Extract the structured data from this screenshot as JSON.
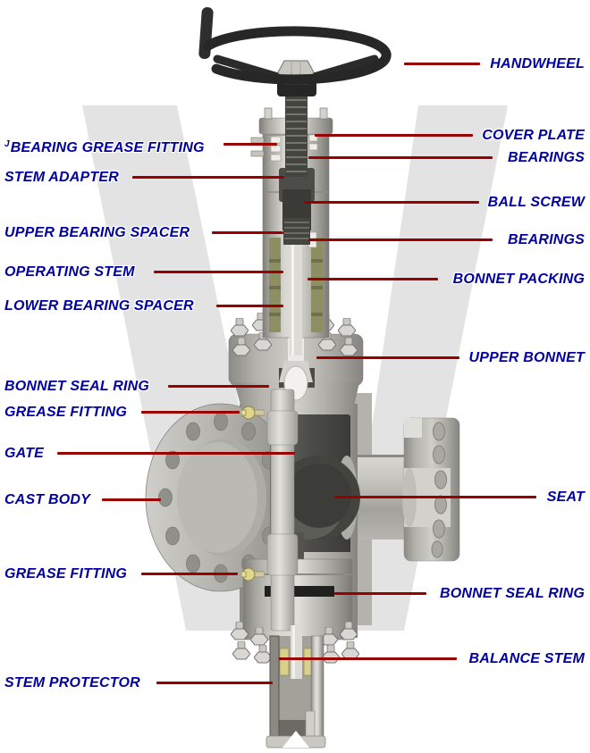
{
  "diagram": {
    "title": "gate-valve-cutaway",
    "watermark_letter": "W",
    "colors": {
      "label_text": "#0000A0",
      "leader_line": "#990000",
      "watermark": "#E3E3E3",
      "handwheel": "#2B2B2B",
      "metal_light": "#D6D5D0",
      "metal_dark": "#4A4A47",
      "packing_olive": "#8E8E63",
      "grease_yellow": "#DED688"
    },
    "labels": {
      "left": [
        {
          "sup": "J",
          "text": "BEARING GREASE FITTING"
        },
        {
          "text": "STEM ADAPTER"
        },
        {
          "text": "UPPER BEARING SPACER"
        },
        {
          "text": "OPERATING STEM"
        },
        {
          "text": "LOWER BEARING SPACER"
        },
        {
          "text": "BONNET SEAL RING"
        },
        {
          "text": "GREASE FITTING"
        },
        {
          "text": "GATE"
        },
        {
          "text": "CAST BODY"
        },
        {
          "text": "GREASE FITTING"
        },
        {
          "text": "STEM PROTECTOR"
        }
      ],
      "right": [
        {
          "text": "HANDWHEEL"
        },
        {
          "text": "COVER PLATE"
        },
        {
          "text": "BEARINGS"
        },
        {
          "text": "BALL SCREW"
        },
        {
          "text": "BEARINGS"
        },
        {
          "text": "BONNET PACKING"
        },
        {
          "text": "UPPER BONNET"
        },
        {
          "text": "SEAT"
        },
        {
          "text": "BONNET SEAL RING"
        },
        {
          "text": "BALANCE STEM"
        }
      ]
    }
  }
}
